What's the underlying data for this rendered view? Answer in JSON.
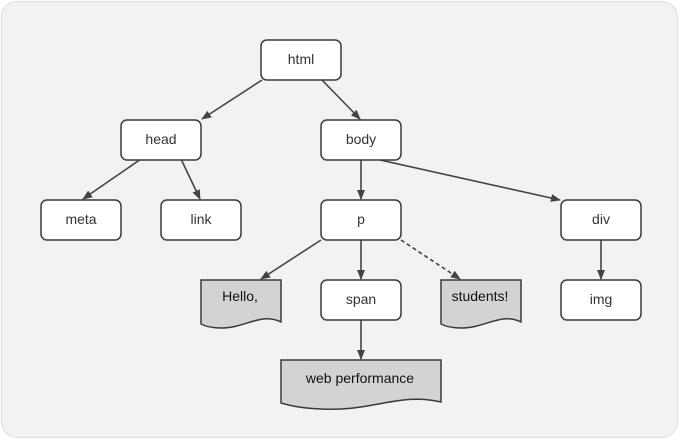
{
  "diagram": {
    "nodes": {
      "html": "html",
      "head": "head",
      "body": "body",
      "meta": "meta",
      "link": "link",
      "p": "p",
      "div": "div",
      "span": "span",
      "img": "img"
    },
    "text_nodes": {
      "hello": "Hello,",
      "students": "students!",
      "web_performance": "web performance"
    }
  }
}
